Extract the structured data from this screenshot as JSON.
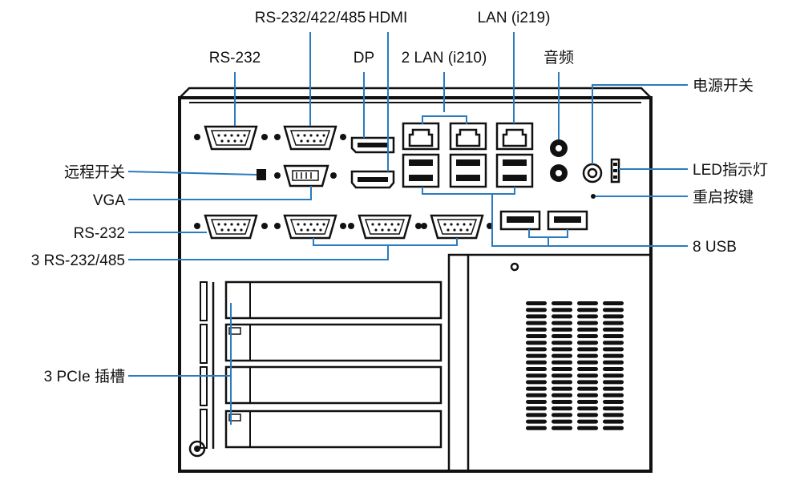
{
  "colors": {
    "leader": "#2a7bbf",
    "outline": "#111111",
    "background": "#ffffff"
  },
  "labels": {
    "rs232_top": "RS-232",
    "rs232_422_485": "RS-232/422/485",
    "hdmi": "HDMI",
    "dp": "DP",
    "lan_i210": "2 LAN (i210)",
    "lan_i219": "LAN (i219)",
    "audio": "音频",
    "power_switch": "电源开关",
    "remote_switch": "远程开关",
    "led": "LED指示灯",
    "vga": "VGA",
    "reset": "重启按键",
    "rs232_left": "RS-232",
    "usb": "8 USB",
    "rs232_485_3": "3 RS-232/485",
    "pcie": "3 PCIe 插槽"
  }
}
